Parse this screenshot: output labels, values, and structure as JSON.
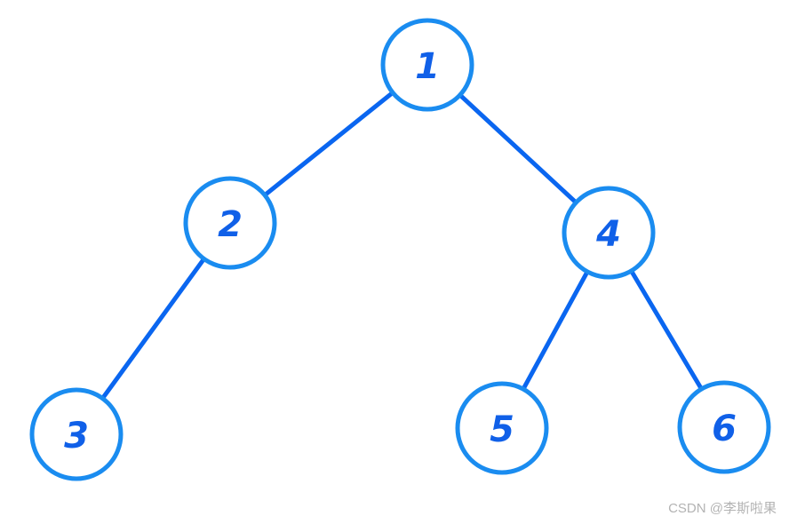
{
  "diagram": {
    "nodes": [
      {
        "id": "n1",
        "label": "1"
      },
      {
        "id": "n2",
        "label": "2"
      },
      {
        "id": "n4",
        "label": "4"
      },
      {
        "id": "n3",
        "label": "3"
      },
      {
        "id": "n5",
        "label": "5"
      },
      {
        "id": "n6",
        "label": "6"
      }
    ],
    "edges": [
      {
        "from": "n1",
        "to": "n2"
      },
      {
        "from": "n1",
        "to": "n4"
      },
      {
        "from": "n2",
        "to": "n3"
      },
      {
        "from": "n4",
        "to": "n5"
      },
      {
        "from": "n4",
        "to": "n6"
      }
    ],
    "colors": {
      "ring": "#1a8cf0",
      "edge": "#0a66f0",
      "label": "#1060e8"
    }
  },
  "watermark": "CSDN @李斯啦果"
}
